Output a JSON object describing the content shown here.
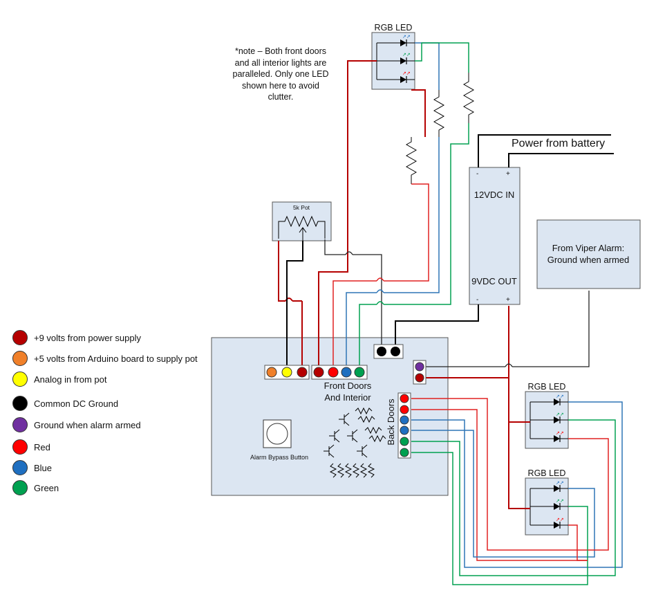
{
  "note": {
    "lines": [
      "*note – Both front doors",
      "and all interior lights are",
      "paralleled. Only one LED",
      "shown here to avoid",
      "clutter."
    ]
  },
  "labels": {
    "rgb_led_top": "RGB LED",
    "rgb_led_mid": "RGB LED",
    "rgb_led_bottom": "RGB LED",
    "pot": "5k Pot",
    "power_from_battery": "Power from battery",
    "regulator_in": "12VDC IN",
    "regulator_out": "9VDC OUT",
    "minus": "-",
    "plus": "+",
    "viper_alarm_line1": "From Viper Alarm:",
    "viper_alarm_line2": "Ground when armed",
    "front_doors_line1": "Front Doors",
    "front_doors_line2": "And Interior",
    "back_doors": "Back Doors",
    "alarm_bypass_button": "Alarm Bypass Button"
  },
  "legend": [
    {
      "label": "+9 volts from power supply",
      "color": "#b50000"
    },
    {
      "label": "+5 volts from Arduino board to supply pot",
      "color": "#f0802a"
    },
    {
      "label": "Analog in from pot",
      "color": "#ffff00"
    },
    {
      "label": "Common DC Ground",
      "color": "#000000"
    },
    {
      "label": "Ground when alarm armed",
      "color": "#7030a0"
    },
    {
      "label": "Red",
      "color": "#ff0000"
    },
    {
      "label": "Blue",
      "color": "#1f6fc0"
    },
    {
      "label": "Green",
      "color": "#00a050"
    }
  ],
  "colors": {
    "wire_dark_red": "#b50000",
    "wire_red": "#ff0000",
    "wire_blue": "#2e75b6",
    "wire_green": "#00a050",
    "wire_black": "#000000",
    "wire_gray": "#333333",
    "box_fill": "#dce6f2",
    "box_stroke": "#555555"
  }
}
